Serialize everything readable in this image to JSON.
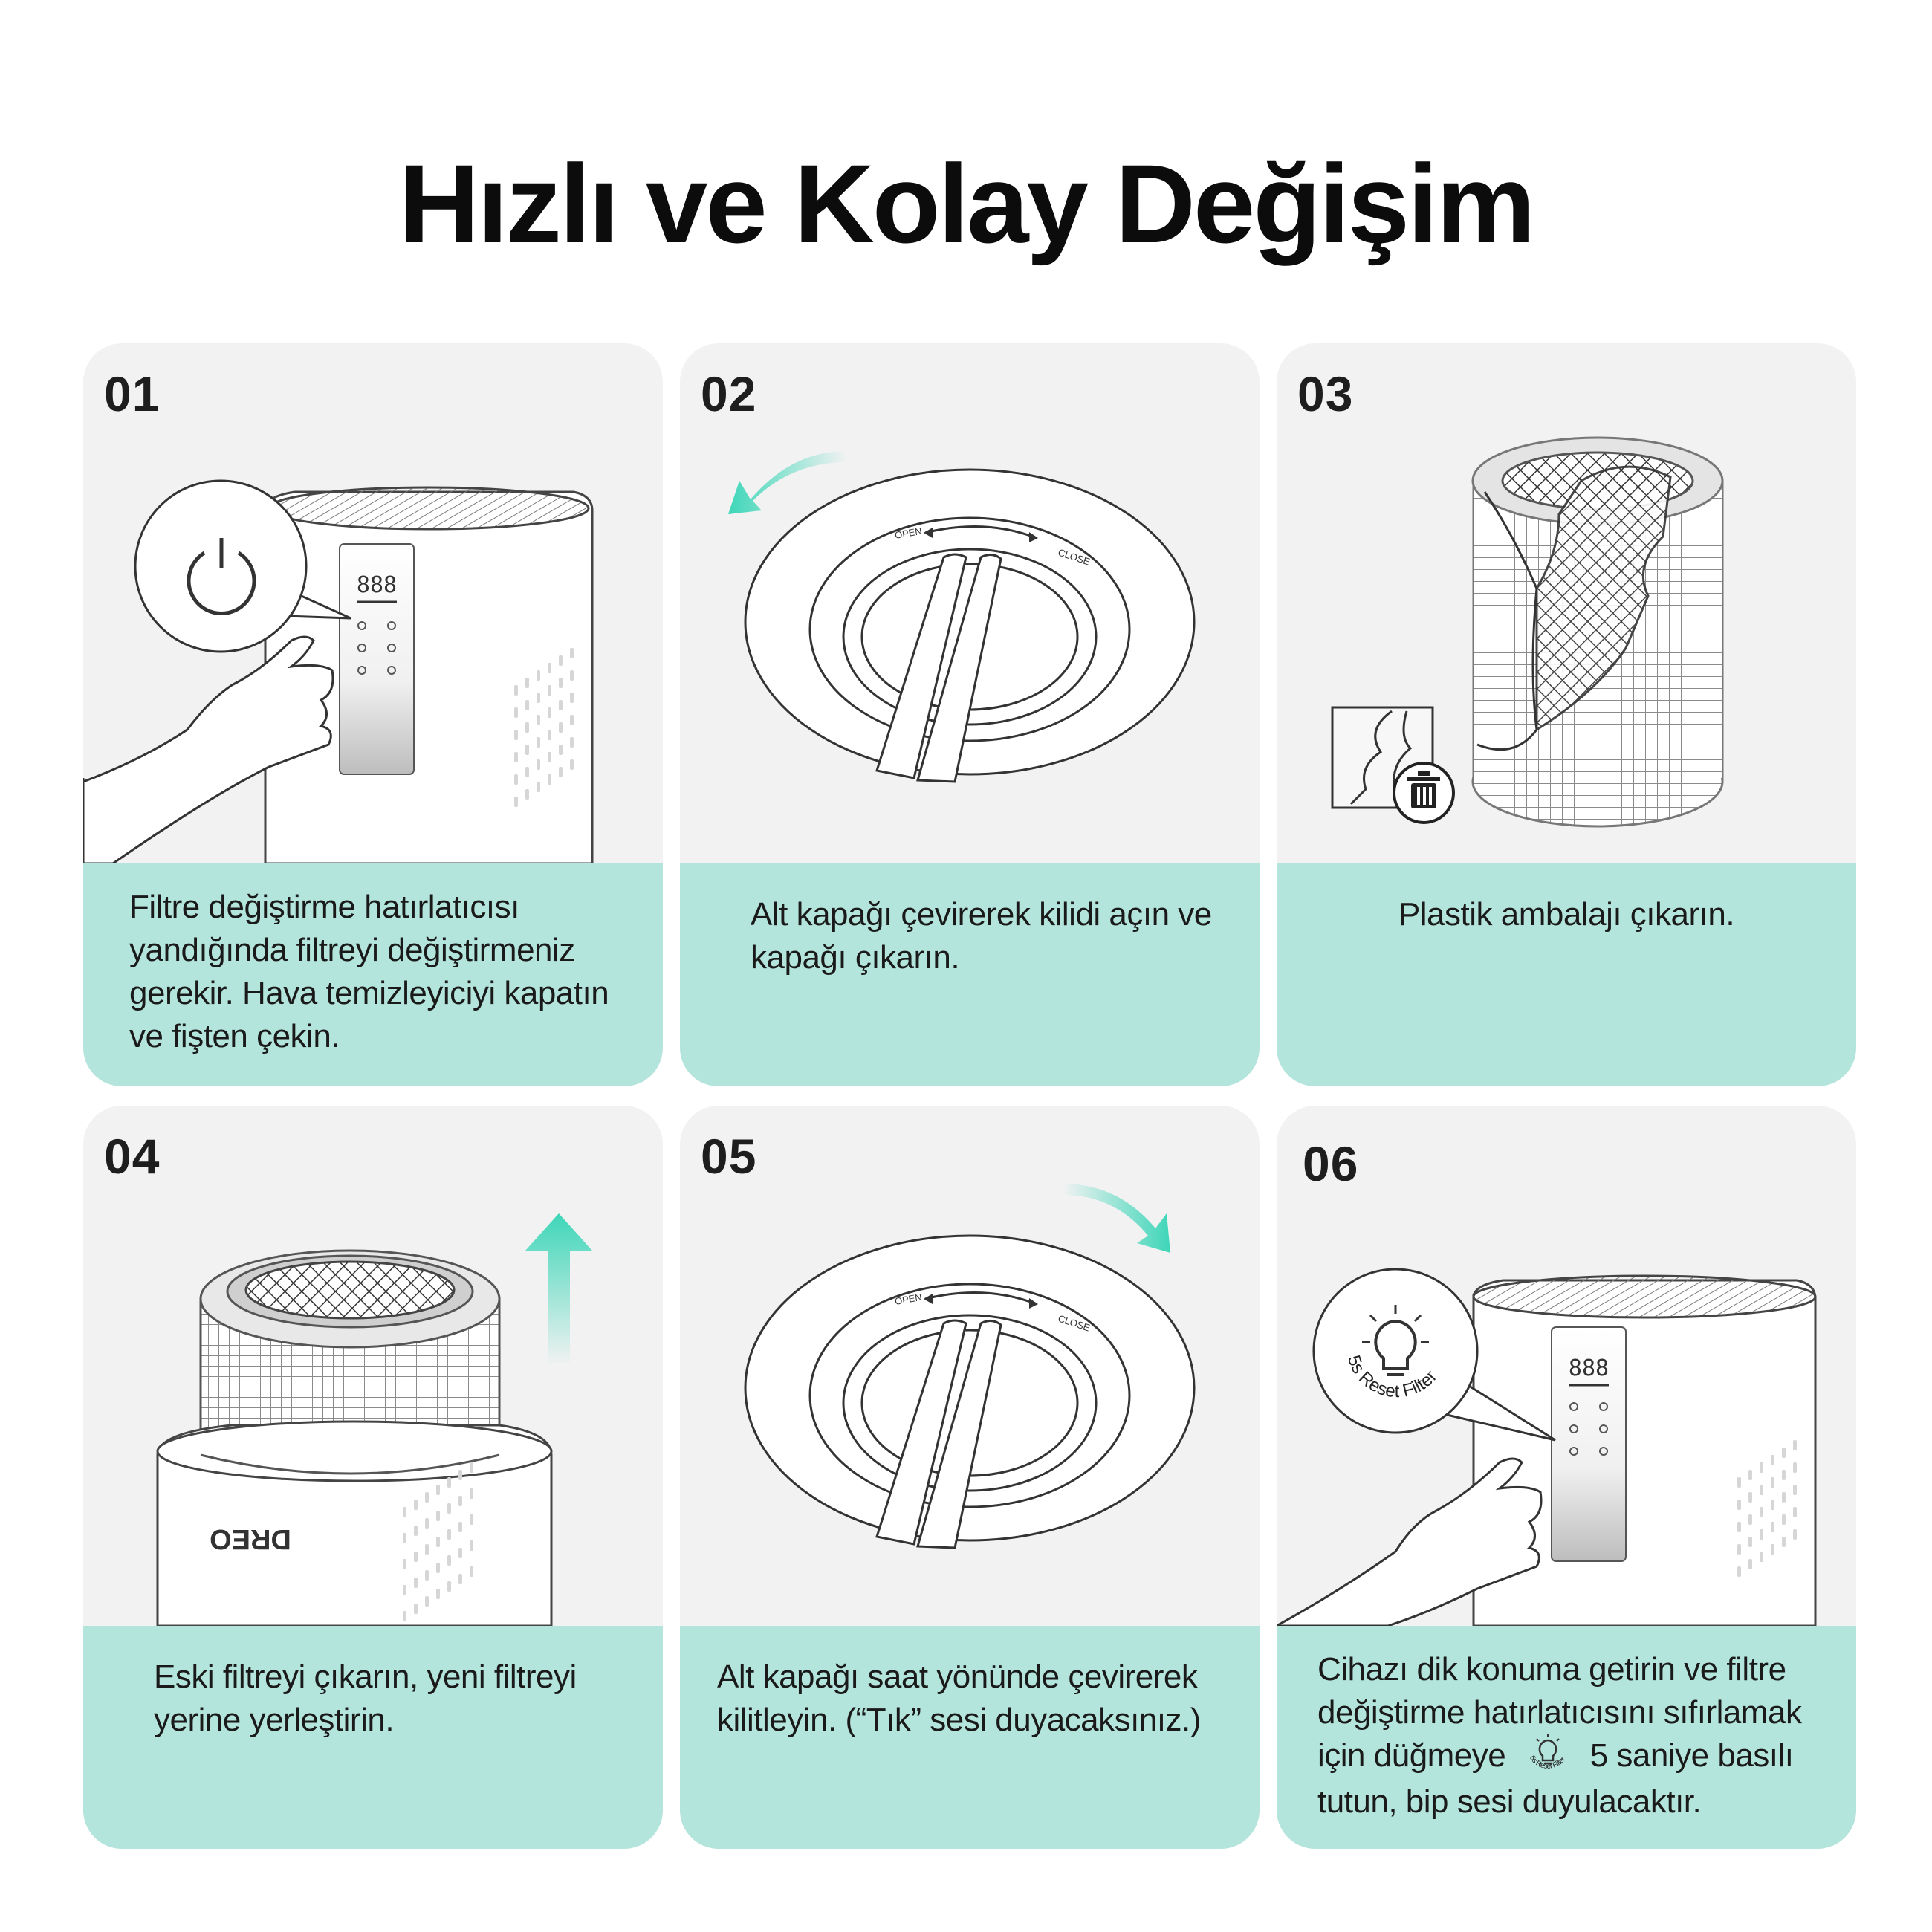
{
  "title": "Hızlı ve Kolay Değişim",
  "steps": [
    {
      "num": "01",
      "text": "Filtre değiştirme hatırlatıcısı yandığında filtreyi değiştirmeniz gerekir. Hava temizleyiciyi kapatın ve fişten çekin."
    },
    {
      "num": "02",
      "text": "Alt kapağı çevirerek kilidi açın ve kapağı çıkarın."
    },
    {
      "num": "03",
      "text": "Plastik ambalajı çıkarın."
    },
    {
      "num": "04",
      "text": "Eski filtreyi çıkarın, yeni filtreyi yerine yerleştirin."
    },
    {
      "num": "05",
      "text": "Alt kapağı saat yönünde çevirerek kilitleyin. (“Tık” sesi duyacaksınız.)"
    },
    {
      "num": "06",
      "text_before": "Cihazı dik konuma getirin ve filtre değiştirme hatırlatıcısını sıfırlamak için düğmeye",
      "text_after": "5 saniye basılı tutun, bip sesi duyulacaktır."
    }
  ],
  "labels": {
    "open": "OPEN",
    "close": "CLOSE",
    "display": "888",
    "brand": "DREO",
    "reset_filter": "5s Reset Filter"
  },
  "colors": {
    "card_bg": "#f2f2f2",
    "caption_bg": "#b4e5dc",
    "accent_arrow": "#3ed6b8"
  },
  "icons": [
    "power-icon",
    "trash-icon",
    "bulb-icon",
    "arrow-icon"
  ]
}
